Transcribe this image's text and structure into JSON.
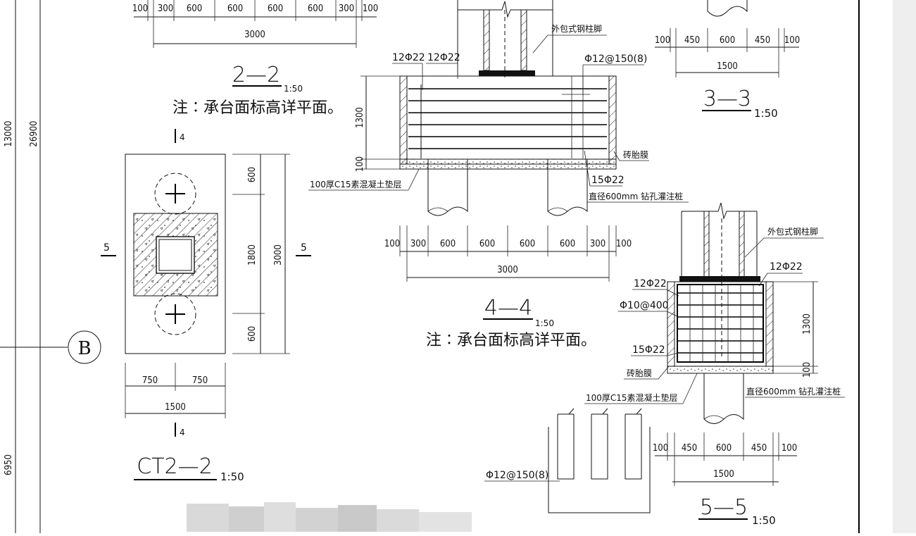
{
  "left_axis": {
    "dim_13000": "13000",
    "dim_26900": "26900",
    "dim_6950": "6950",
    "grid_b": "B"
  },
  "section_2_2": {
    "dims_top": [
      "100",
      "300",
      "600",
      "600",
      "600",
      "600",
      "300",
      "100"
    ],
    "dim_total": "3000",
    "title": "2—2",
    "scale": "1:50",
    "note": "注∶承台面标高详平面。"
  },
  "plan_ct2_2": {
    "mark_top": "4",
    "mark_bottom": "4",
    "mark_left": "5",
    "mark_right": "5",
    "dims_right": [
      "600",
      "1800",
      "600"
    ],
    "dim_right_total": "3000",
    "dims_bottom": [
      "750",
      "750"
    ],
    "dim_bottom_total": "1500",
    "title": "CT2—2",
    "scale": "1:50"
  },
  "section_4_4": {
    "label_rebar_a": "12Φ22",
    "label_rebar_b": "12Φ22",
    "label_column_foot": "外包式钢柱脚",
    "label_stirrup": "Φ12@150(8)",
    "label_brick_mold": "砖胎膜",
    "label_bottom_rebar": "15Φ22",
    "label_pile": "直径600mm 钻孔灌注桩",
    "label_cushion": "100厚C15素混凝土垫层",
    "dim_height": "1300",
    "dim_cushion": "100",
    "dims_bottom": [
      "100",
      "300",
      "600",
      "600",
      "600",
      "600",
      "300",
      "100"
    ],
    "dim_total": "3000",
    "title": "4—4",
    "scale": "1:50",
    "note": "注∶承台面标高详平面。"
  },
  "section_3_3": {
    "dims_top": [
      "100",
      "450",
      "600",
      "450",
      "100"
    ],
    "dim_total": "1500",
    "title": "3—3",
    "scale": "1:50"
  },
  "section_5_5": {
    "label_column_foot": "外包式钢柱脚",
    "label_top_rebar": "12Φ22",
    "label_side_rebar": "12Φ22",
    "label_stirrup": "Φ10@400",
    "label_bottom_rebar": "15Φ22",
    "label_brick_mold": "砖胎膜",
    "label_cushion": "100厚C15素混凝土垫层",
    "label_pile": "直径600mm 钻孔灌注桩",
    "dim_height": "1300",
    "dim_cushion": "100",
    "dims_bottom": [
      "100",
      "450",
      "600",
      "450",
      "100"
    ],
    "dim_total": "1500",
    "title": "5—5",
    "scale": "1:50"
  },
  "stirrup_detail": {
    "label": "Φ12@150(8)"
  },
  "colors": {
    "line": "#111111",
    "background": "#ffffff",
    "sidebar": "#eeeeee"
  }
}
